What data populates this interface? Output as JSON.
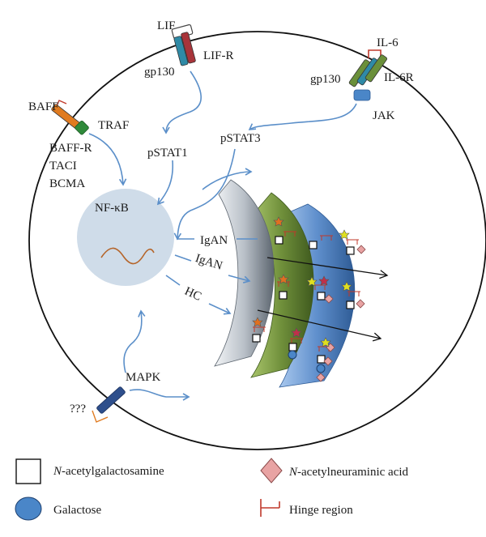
{
  "labels": {
    "lif": "LIF",
    "lif_r": "LIF-R",
    "gp130_left": "gp130",
    "il6": "IL-6",
    "gp130_right": "gp130",
    "il6r": "IL-6R",
    "jak": "JAK",
    "baff": "BAFF",
    "traf": "TRAF",
    "baff_r": "BAFF-R",
    "taci": "TACI",
    "bcma": "BCMA",
    "pstat1": "pSTAT1",
    "pstat3": "pSTAT3",
    "nfkb": "NF-κB",
    "igan_1": "IgAN",
    "igan_2": "IgAN",
    "hc": "HC",
    "mapk": "MAPK",
    "unknown": "???"
  },
  "legend": {
    "galnac": "N-acetylgalactosamine",
    "galnac_italic": "N",
    "galnac_rest": "-acetylgalactosamine",
    "neu5ac": "N-acetylneuraminic acid",
    "neu5ac_italic": "N",
    "neu5ac_rest": "-acetylneuraminic acid",
    "galactose": "Galactose",
    "hinge": "Hinge region"
  },
  "colors": {
    "arrow": "#5b8fc9",
    "nucleus": "#cfdce9",
    "mrna": "#b5652a",
    "hinge": "#c0392b",
    "galactose": "#4a86c8",
    "neu5ac": "#e8a3a3",
    "fucose_star": "#e0e020",
    "orange_star": "#e07020",
    "red_star": "#c0304a",
    "golgi_gray": "#9aa3ad",
    "golgi_green": "#6e8e3a",
    "golgi_blue": "#5f8fcc"
  }
}
